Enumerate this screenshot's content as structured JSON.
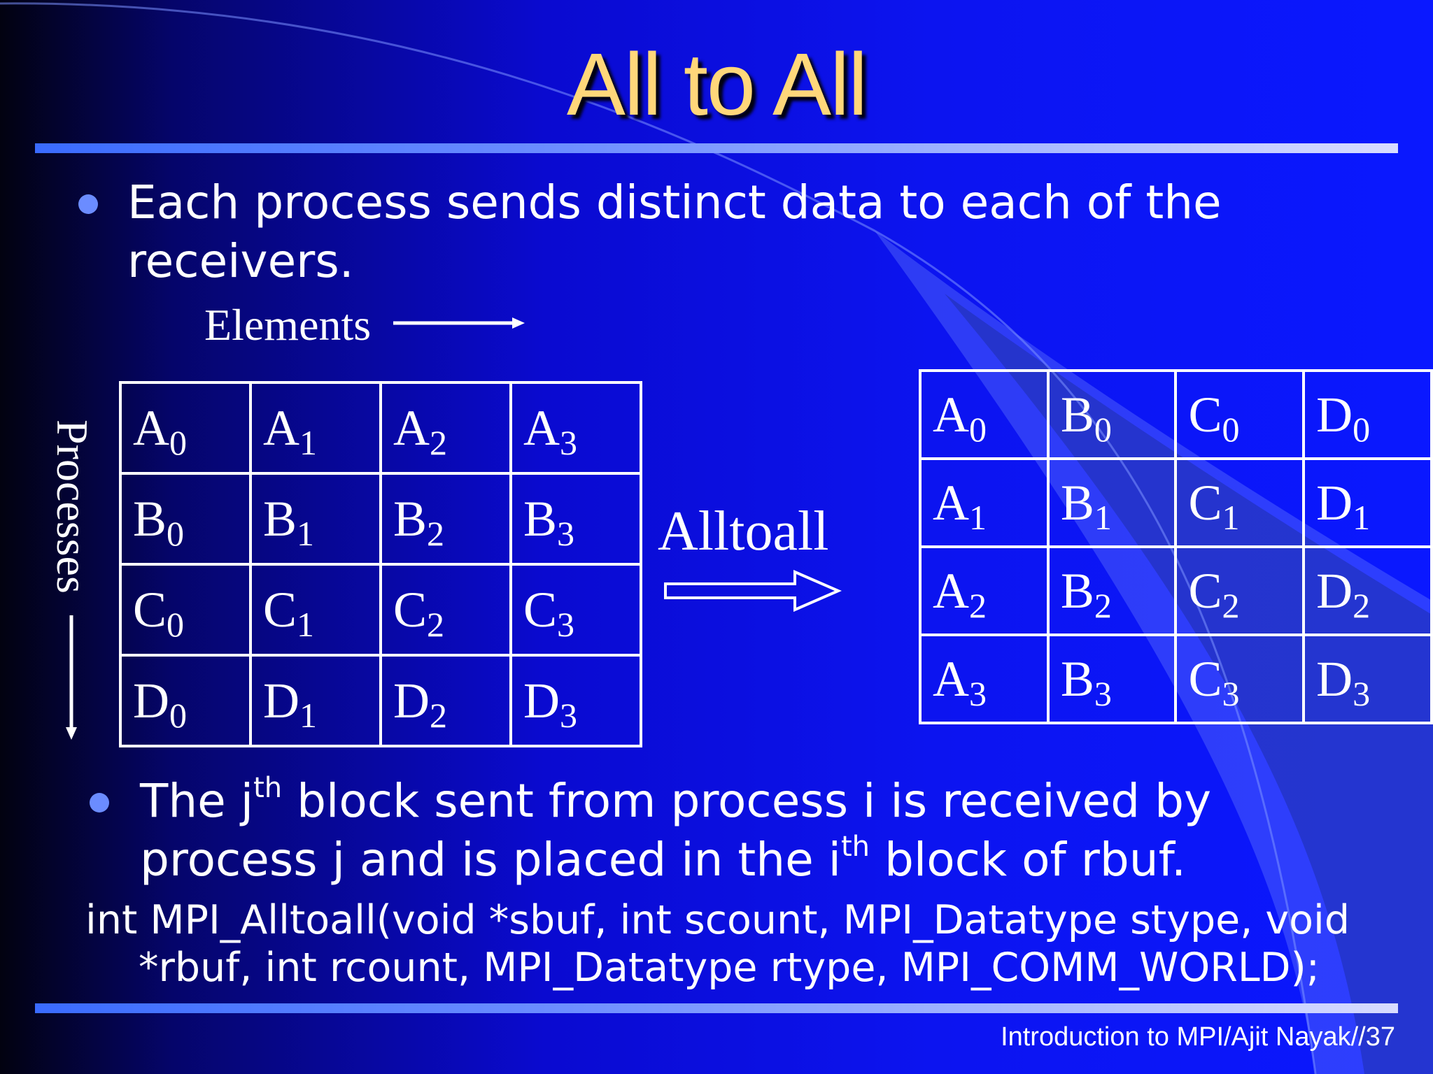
{
  "slide": {
    "title": "All to All",
    "bullet1": "Each process sends distinct data to each of the receivers.",
    "elements_label": "Elements",
    "processes_label": "Processes",
    "operation_label": "Alltoall",
    "bullet2": {
      "part1": "The j",
      "sup1": "th",
      "part2": " block sent from process i is received by process j and is placed in the i",
      "sup2": "th",
      "part3": " block of rbuf."
    },
    "code_line1": "int MPI_Alltoall(void *sbuf, int scount, MPI_Datatype stype, void",
    "code_line2": "*rbuf, int rcount, MPI_Datatype rtype, MPI_COMM_WORLD);",
    "footer": "Introduction to MPI/Ajit Nayak//37"
  },
  "left_grid": [
    [
      [
        "A",
        "0"
      ],
      [
        "A",
        "1"
      ],
      [
        "A",
        "2"
      ],
      [
        "A",
        "3"
      ]
    ],
    [
      [
        "B",
        "0"
      ],
      [
        "B",
        "1"
      ],
      [
        "B",
        "2"
      ],
      [
        "B",
        "3"
      ]
    ],
    [
      [
        "C",
        "0"
      ],
      [
        "C",
        "1"
      ],
      [
        "C",
        "2"
      ],
      [
        "C",
        "3"
      ]
    ],
    [
      [
        "D",
        "0"
      ],
      [
        "D",
        "1"
      ],
      [
        "D",
        "2"
      ],
      [
        "D",
        "3"
      ]
    ]
  ],
  "right_grid": [
    [
      [
        "A",
        "0"
      ],
      [
        "B",
        "0"
      ],
      [
        "C",
        "0"
      ],
      [
        "D",
        "0"
      ]
    ],
    [
      [
        "A",
        "1"
      ],
      [
        "B",
        "1"
      ],
      [
        "C",
        "1"
      ],
      [
        "D",
        "1"
      ]
    ],
    [
      [
        "A",
        "2"
      ],
      [
        "B",
        "2"
      ],
      [
        "C",
        "2"
      ],
      [
        "D",
        "2"
      ]
    ],
    [
      [
        "A",
        "3"
      ],
      [
        "B",
        "3"
      ],
      [
        "C",
        "3"
      ],
      [
        "D",
        "3"
      ]
    ]
  ],
  "colors": {
    "title": "#ffd77a",
    "bullet": "#6b8cff",
    "text": "#ffffff"
  }
}
